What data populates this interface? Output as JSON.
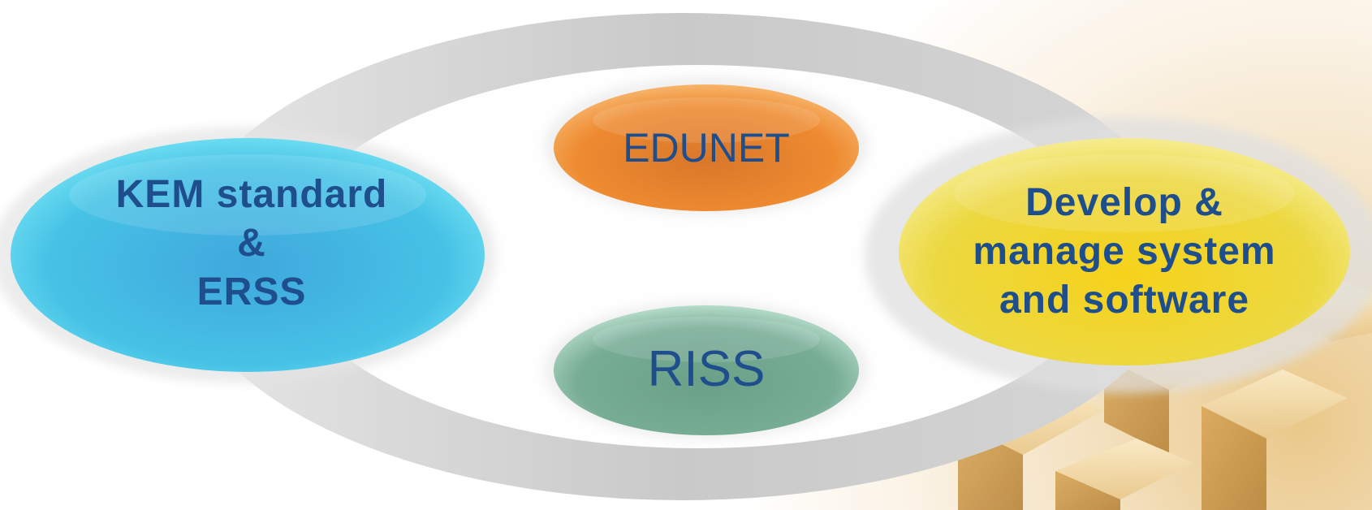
{
  "diagram": {
    "nodes": [
      {
        "id": "kem",
        "lines": [
          "KEM standard",
          "&",
          "ERSS"
        ],
        "color": "#45c3e4"
      },
      {
        "id": "edunet",
        "lines": [
          "EDUNET"
        ],
        "color": "#ee8a30"
      },
      {
        "id": "riss",
        "lines": [
          "RISS"
        ],
        "color": "#74a993"
      },
      {
        "id": "develop",
        "lines": [
          "Develop &",
          "manage system",
          "and software"
        ],
        "color": "#f0db3a"
      }
    ]
  },
  "colors": {
    "text": "#1f4e8c",
    "ring": "#cfcfcf",
    "background_accent": "#f3ddb4"
  }
}
